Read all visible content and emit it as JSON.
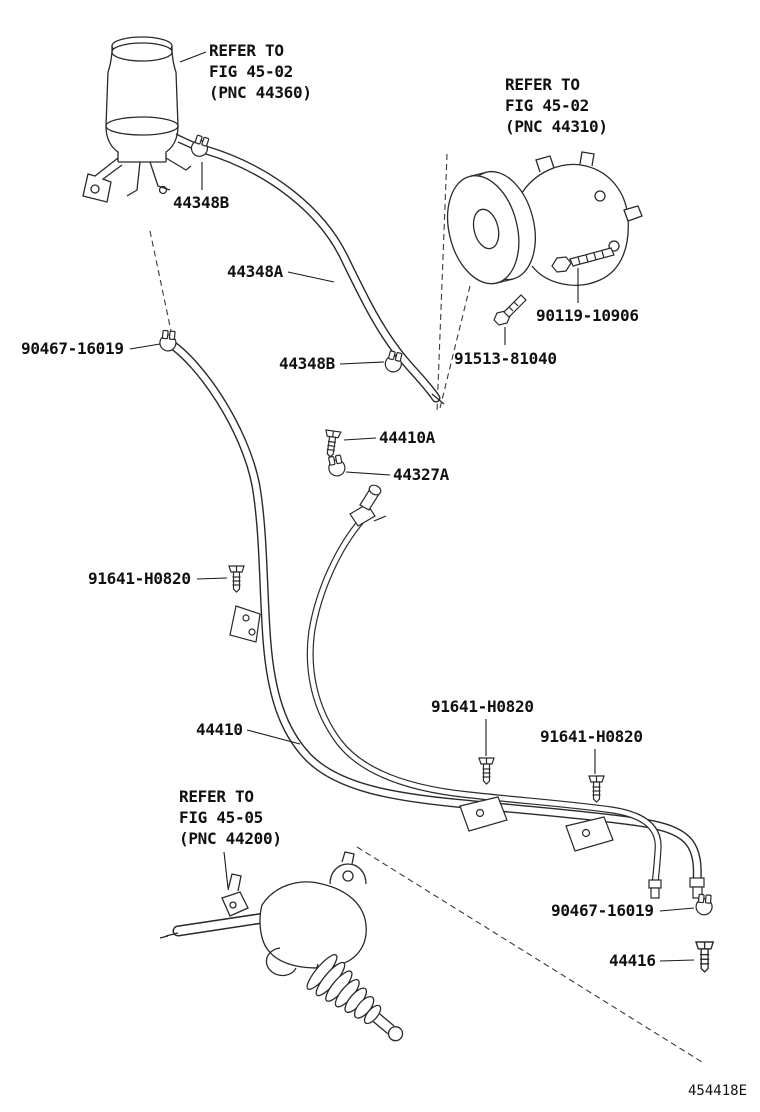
{
  "diagram": {
    "code": "454418E",
    "ink": "#1a1a1a",
    "background": "#ffffff",
    "refs": {
      "top_left": "REFER TO\nFIG 45-02\n(PNC 44360)",
      "top_right": "REFER TO\nFIG 45-02\n(PNC 44310)",
      "bottom_left": "REFER TO\nFIG 45-05\n(PNC 44200)"
    },
    "parts": {
      "clamp_top": "44348B",
      "suction_hose": "44348A",
      "clamp_left": "90467-16019",
      "clamp_mid": "44348B",
      "bolt_pump_short": "91513-81040",
      "bolt_pump_long": "90119-10906",
      "union_bolt": "44410A",
      "clamp_44327a": "44327A",
      "bolt_91641_left": "91641-H0820",
      "tube_assy": "44410",
      "bolt_91641_mid": "91641-H0820",
      "bolt_91641_right": "91641-H0820",
      "clamp_bottom": "90467-16019",
      "bolt_44416": "44416"
    }
  }
}
